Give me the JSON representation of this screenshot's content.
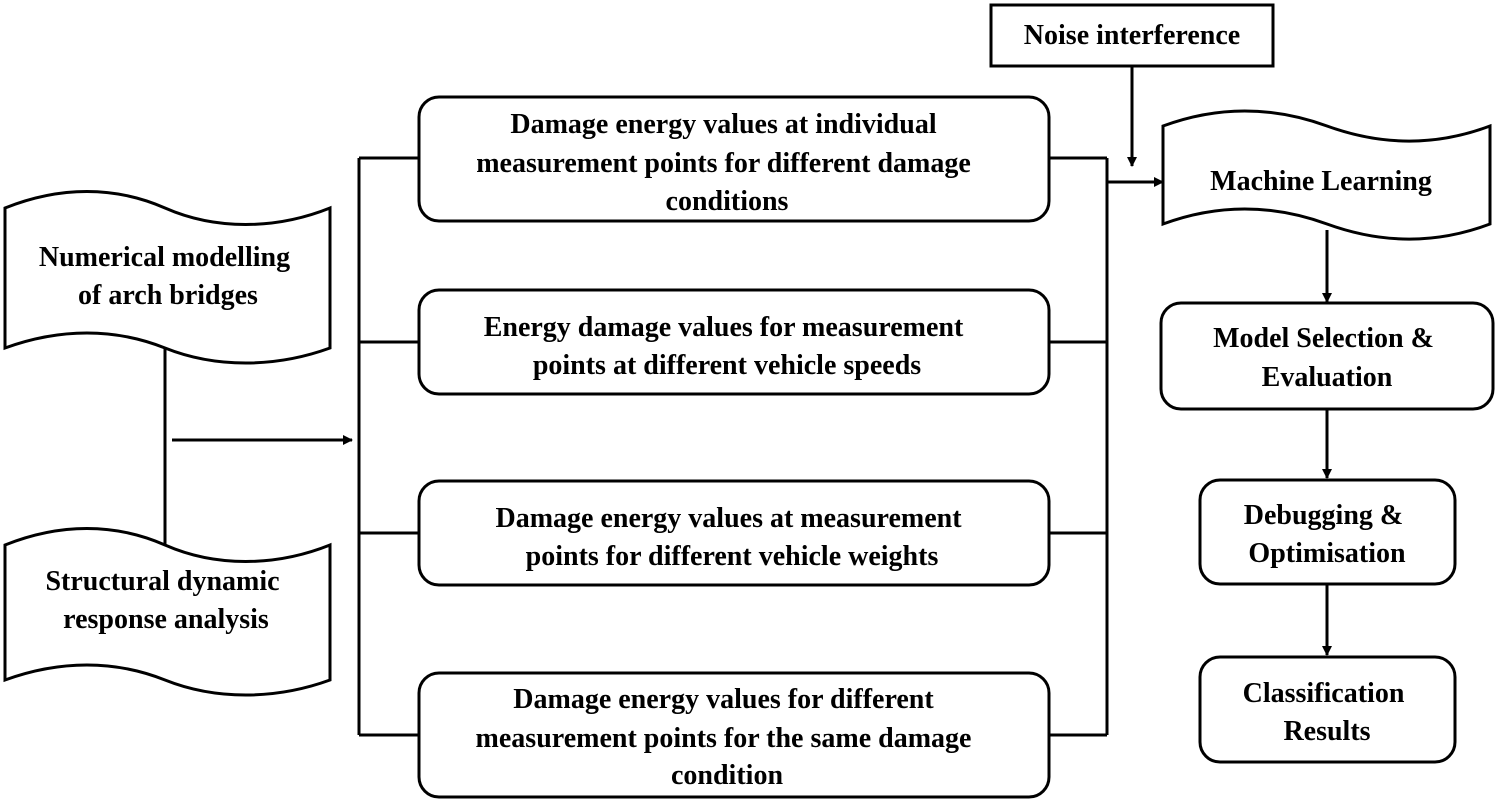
{
  "nodes": {
    "numerical_modelling": {
      "lines": [
        "Numerical modelling",
        "of arch bridges"
      ]
    },
    "structural_analysis": {
      "lines": [
        "Structural dynamic",
        "response analysis"
      ]
    },
    "damage_individual": {
      "lines": [
        "Damage energy values at individual",
        "measurement points for different damage",
        "conditions"
      ]
    },
    "energy_speeds": {
      "lines": [
        "Energy damage values for measurement",
        "points at different vehicle speeds"
      ]
    },
    "damage_weights": {
      "lines": [
        "Damage energy values at measurement",
        "points for different vehicle weights"
      ]
    },
    "damage_same": {
      "lines": [
        "Damage energy values for different",
        "measurement points for the same damage",
        "condition"
      ]
    },
    "noise": {
      "lines": [
        "Noise interference"
      ]
    },
    "machine_learning": {
      "lines": [
        "Machine Learning"
      ]
    },
    "model_selection": {
      "lines": [
        "Model Selection &",
        "Evaluation"
      ]
    },
    "debugging": {
      "lines": [
        "Debugging &",
        "Optimisation"
      ]
    },
    "classification": {
      "lines": [
        "Classification",
        "Results"
      ]
    }
  }
}
